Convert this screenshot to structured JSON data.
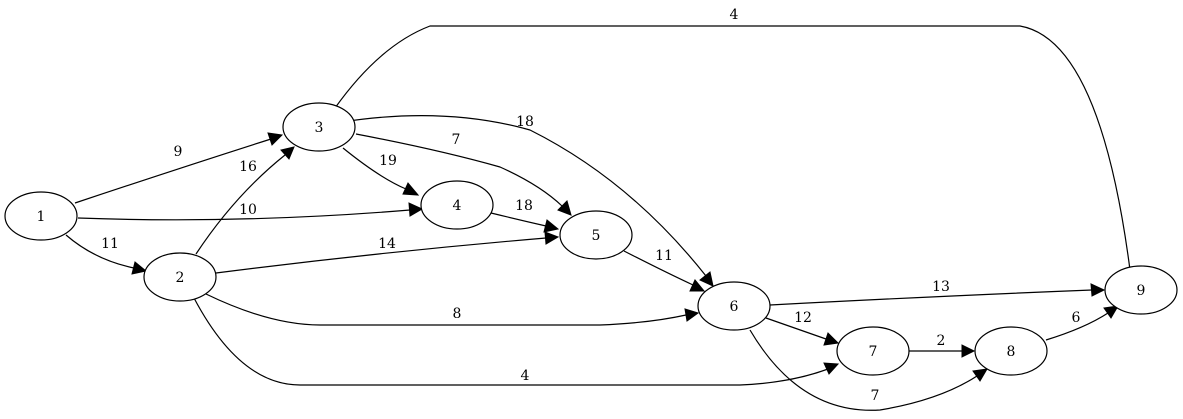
{
  "nodes": [
    {
      "id": "1",
      "label": "1"
    },
    {
      "id": "2",
      "label": "2"
    },
    {
      "id": "3",
      "label": "3"
    },
    {
      "id": "4",
      "label": "4"
    },
    {
      "id": "5",
      "label": "5"
    },
    {
      "id": "6",
      "label": "6"
    },
    {
      "id": "7",
      "label": "7"
    },
    {
      "id": "8",
      "label": "8"
    },
    {
      "id": "9",
      "label": "9"
    }
  ],
  "edges": [
    {
      "from": "1",
      "to": "3",
      "weight": "9"
    },
    {
      "from": "1",
      "to": "4",
      "weight": "10"
    },
    {
      "from": "1",
      "to": "2",
      "weight": "11"
    },
    {
      "from": "2",
      "to": "3",
      "weight": "16"
    },
    {
      "from": "2",
      "to": "5",
      "weight": "14"
    },
    {
      "from": "2",
      "to": "6",
      "weight": "8"
    },
    {
      "from": "2",
      "to": "7",
      "weight": "4"
    },
    {
      "from": "3",
      "to": "9",
      "weight": "4"
    },
    {
      "from": "3",
      "to": "6",
      "weight": "18"
    },
    {
      "from": "3",
      "to": "5",
      "weight": "7"
    },
    {
      "from": "3",
      "to": "4",
      "weight": "19"
    },
    {
      "from": "4",
      "to": "5",
      "weight": "18"
    },
    {
      "from": "5",
      "to": "6",
      "weight": "11"
    },
    {
      "from": "6",
      "to": "9",
      "weight": "13"
    },
    {
      "from": "6",
      "to": "7",
      "weight": "12"
    },
    {
      "from": "6",
      "to": "8",
      "weight": "7"
    },
    {
      "from": "7",
      "to": "8",
      "weight": "2"
    },
    {
      "from": "8",
      "to": "9",
      "weight": "6"
    }
  ]
}
